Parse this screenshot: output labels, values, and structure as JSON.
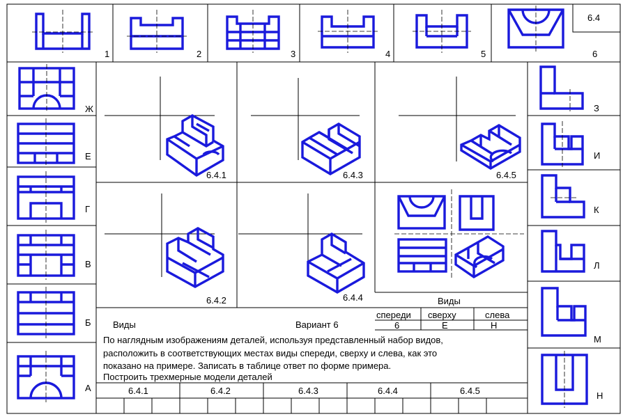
{
  "sheet_number": "6.4",
  "top_views": [
    {
      "label": "1"
    },
    {
      "label": "2"
    },
    {
      "label": "3"
    },
    {
      "label": "4"
    },
    {
      "label": "5"
    },
    {
      "label": "6"
    }
  ],
  "left_views": [
    {
      "label": "Ж"
    },
    {
      "label": "Е"
    },
    {
      "label": "Г"
    },
    {
      "label": "В"
    },
    {
      "label": "Б"
    },
    {
      "label": "А"
    }
  ],
  "right_views": [
    {
      "label": "З"
    },
    {
      "label": "И"
    },
    {
      "label": "К"
    },
    {
      "label": "Л"
    },
    {
      "label": "М"
    },
    {
      "label": "Н"
    }
  ],
  "parts": [
    "6.4.1",
    "6.4.3",
    "6.4.5",
    "6.4.2",
    "6.4.4"
  ],
  "caption": {
    "views": "Виды",
    "variant": "Вариант 6",
    "instruction_lines": [
      "По наглядным изображениям деталей, используя представленный набор видов,",
      "расположить в соответствующих местах виды спереди, сверху и слева, как это",
      "показано на примере. Записать в таблице ответ по форме  примера.",
      "Построить трехмерные модели деталей"
    ]
  },
  "example_table": {
    "title": "Виды",
    "headers": [
      "спереди",
      "сверху",
      "слева"
    ],
    "values": [
      "6",
      "Е",
      "Н"
    ]
  },
  "answer_table": {
    "headers": [
      "6.4.1",
      "6.4.2",
      "6.4.3",
      "6.4.4",
      "6.4.5"
    ]
  }
}
